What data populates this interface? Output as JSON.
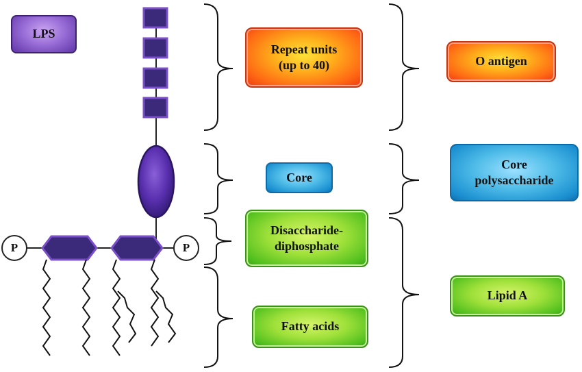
{
  "title": "LPS",
  "phosphate_symbol": "P",
  "components": {
    "repeat_units": "Repeat units\n(up to 40)",
    "core": "Core",
    "disaccharide": "Disaccharide-\ndiphosphate",
    "fatty_acids": "Fatty acids"
  },
  "regions": {
    "o_antigen": "O antigen",
    "core_polysaccharide": "Core\npolysaccharide",
    "lipid_a": "Lipid A"
  },
  "colors": {
    "molecule_fill": "#3f2a84",
    "molecule_outline": "#7a4fc8",
    "orange": "#ff6a14",
    "blue": "#2aa3dd",
    "green": "#6fcc2a"
  }
}
